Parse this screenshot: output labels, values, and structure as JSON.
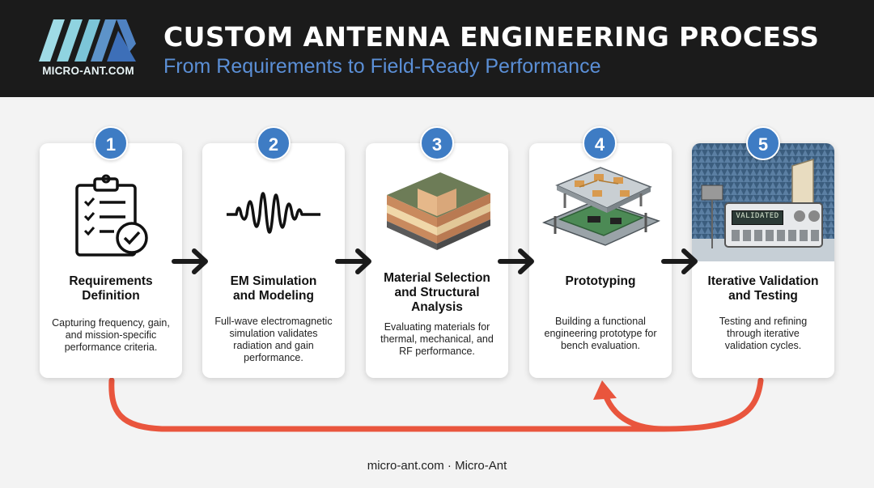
{
  "brand": {
    "logo_text": "MICRO-ANT.COM",
    "logo_icon": "stylized-MA-logo-icon",
    "colors": {
      "logo_light": "#8fd3e0",
      "logo_dark": "#3d6fb8"
    }
  },
  "header": {
    "title": "CUSTOM ANTENNA ENGINEERING PROCESS",
    "subtitle": "From Requirements to Field-Ready Performance"
  },
  "colors": {
    "badge": "#3e7cc4",
    "arrow": "#1b1b1b",
    "loop": "#e9553d",
    "header_bg": "#1b1b1b",
    "subtitle": "#5b8fd6"
  },
  "steps": [
    {
      "number": "1",
      "title": "Requirements\nDefinition",
      "description": "Capturing frequency, gain,\nand mission-specific\nperformance criteria.",
      "icon": "clipboard-checklist-icon"
    },
    {
      "number": "2",
      "title": "EM Simulation\nand Modeling",
      "description": "Full-wave electromagnetic\nsimulation validates\nradiation and gain\nperformance.",
      "icon": "waveform-icon"
    },
    {
      "number": "3",
      "title": "Material Selection\nand Structural\nAnalysis",
      "description": "Evaluating materials for\nthermal, mechanical, and\nRF performance.",
      "icon": "material-layers-icon"
    },
    {
      "number": "4",
      "title": "Prototyping",
      "description": "Building a functional\nengineering prototype for\nbench evaluation.",
      "icon": "circuit-board-prototype-icon"
    },
    {
      "number": "5",
      "title": "Iterative Validation\nand Testing",
      "description": "Testing and refining\nthrough iterative\nvalidation cycles.",
      "icon": "anechoic-chamber-icon",
      "screen_text": "VALIDATED"
    }
  ],
  "footer": {
    "text": "micro-ant.com · Micro-Ant"
  }
}
